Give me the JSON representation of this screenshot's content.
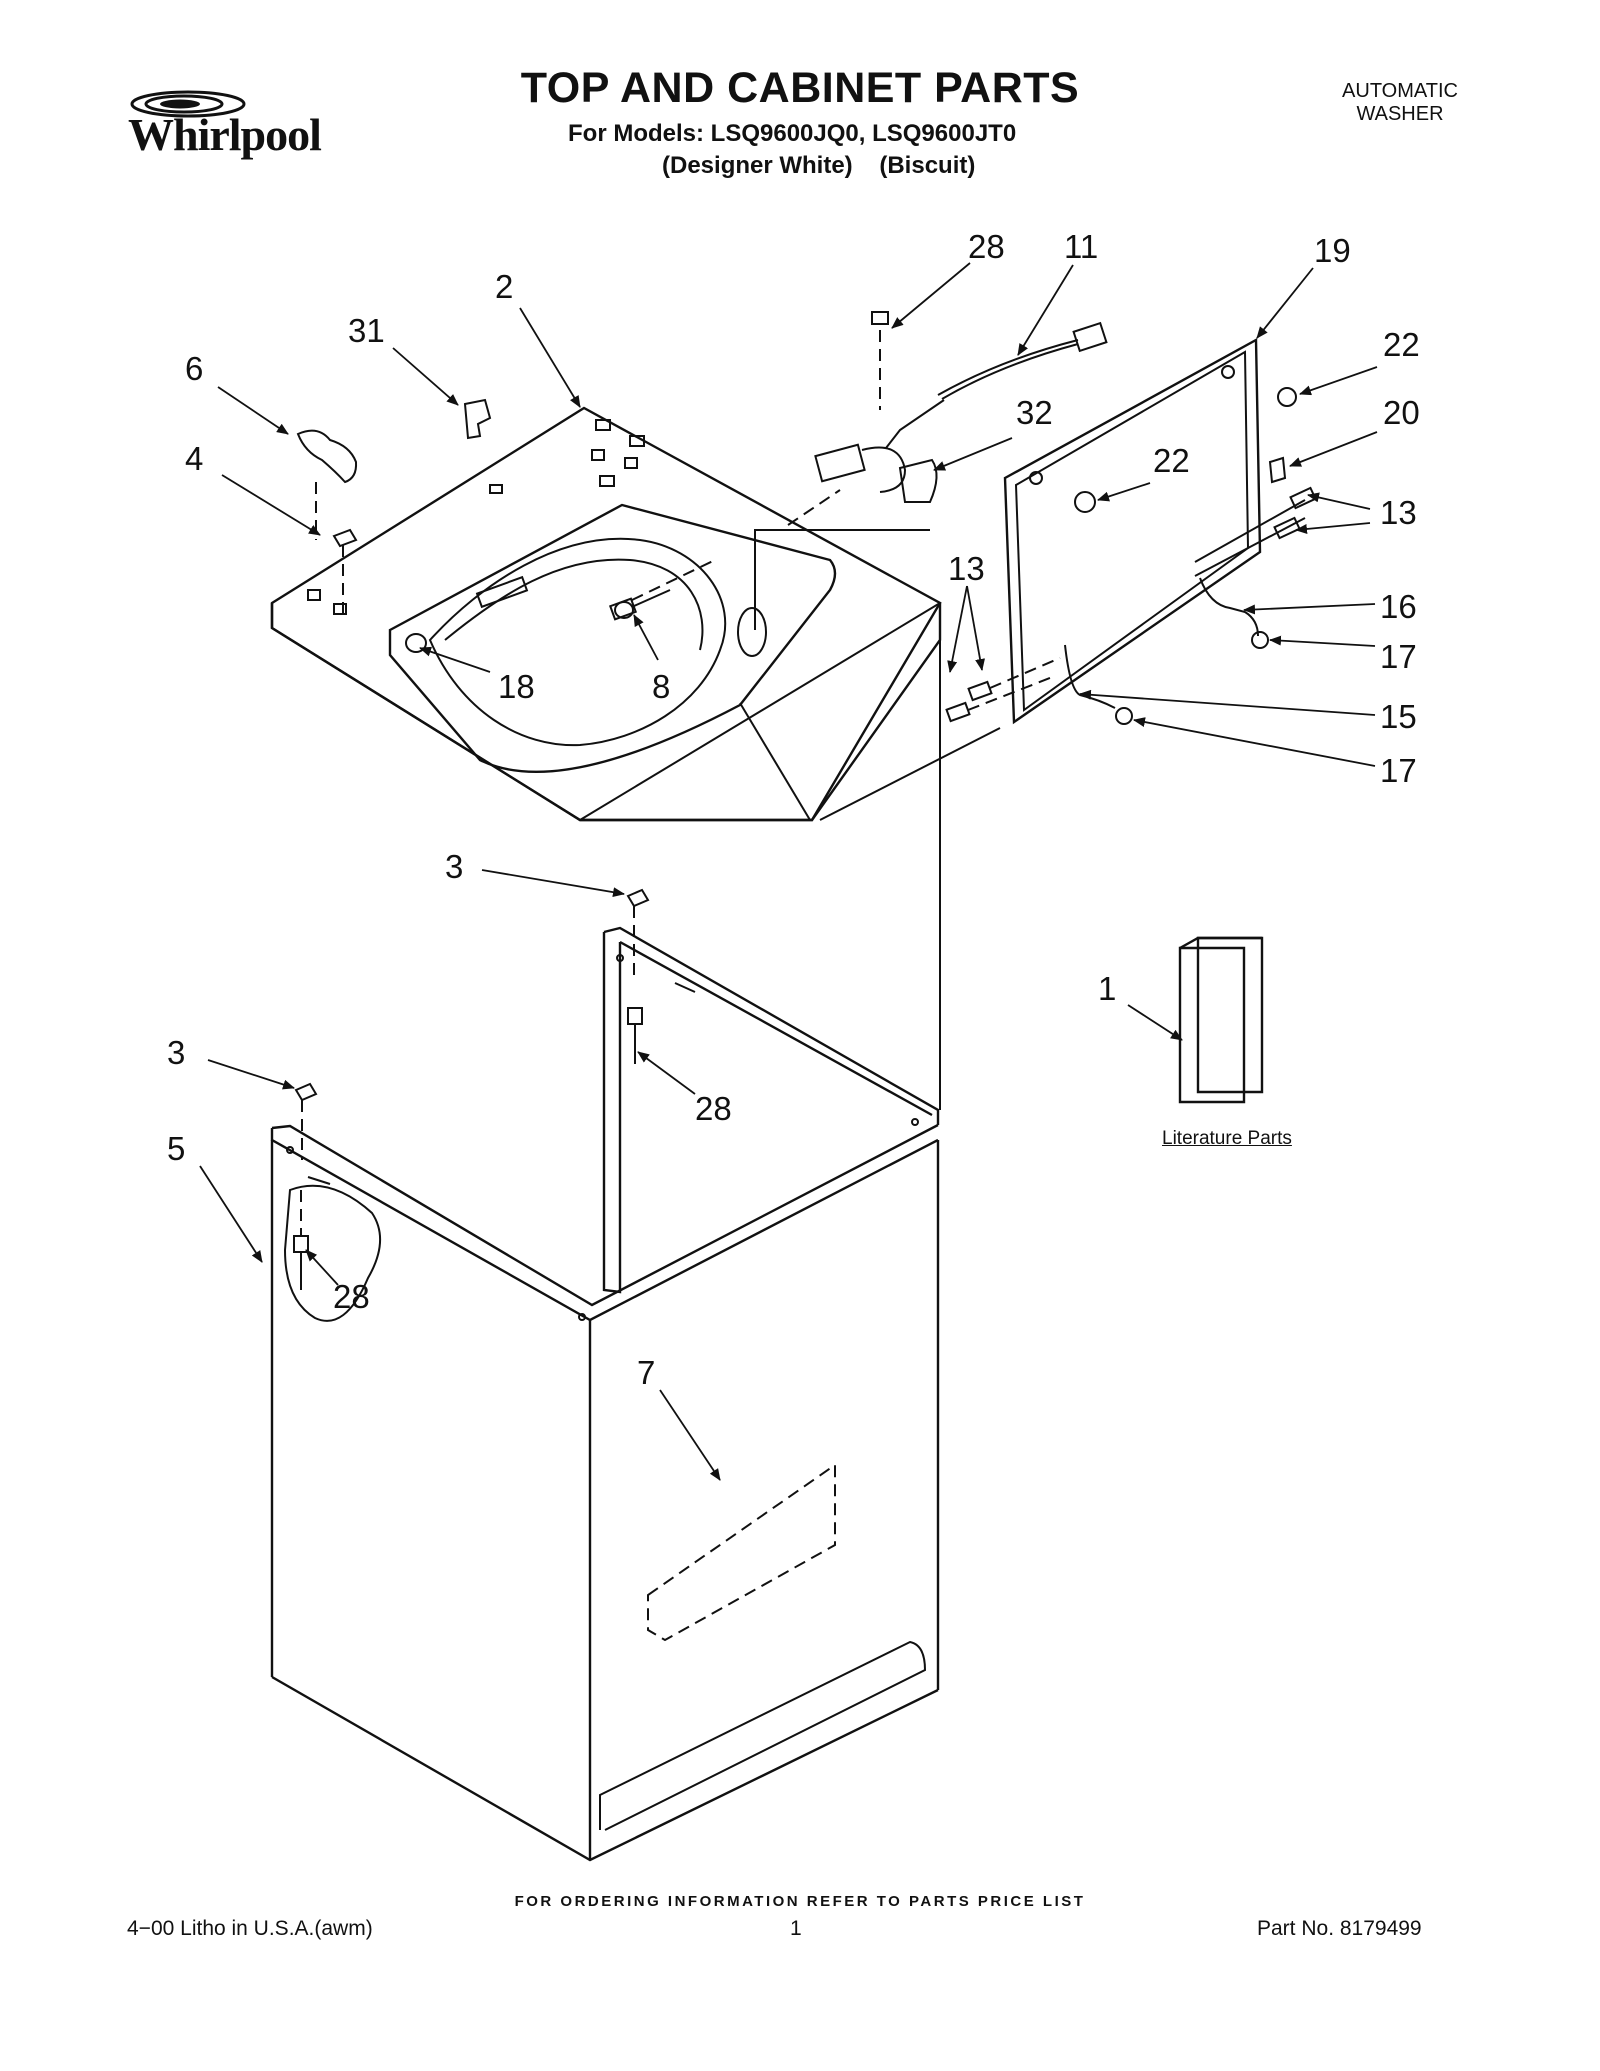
{
  "header": {
    "brand": "Whirlpool",
    "title": "TOP AND CABINET PARTS",
    "models": "For Models: LSQ9600JQ0, LSQ9600JT0",
    "variants": "(Designer White)    (Biscuit)",
    "product_type_line1": "AUTOMATIC",
    "product_type_line2": "WASHER"
  },
  "callouts": {
    "c28a": "28",
    "c11": "11",
    "c19": "19",
    "c2": "2",
    "c31": "31",
    "c22a": "22",
    "c6": "6",
    "c32": "32",
    "c20": "20",
    "c4": "4",
    "c22b": "22",
    "c13a": "13",
    "c13b": "13",
    "c16": "16",
    "c17a": "17",
    "c18": "18",
    "c8": "8",
    "c15": "15",
    "c17b": "17",
    "c3a": "3",
    "c1": "1",
    "c3b": "3",
    "c28b": "28",
    "c5": "5",
    "c28c": "28",
    "c7": "7"
  },
  "literature_label": "Literature Parts",
  "footer": {
    "order_note": "FOR ORDERING INFORMATION REFER TO PARTS PRICE LIST",
    "litho": "4−00 Litho in U.S.A.(awm)",
    "page": "1",
    "part_no": "Part No. 8179499"
  }
}
